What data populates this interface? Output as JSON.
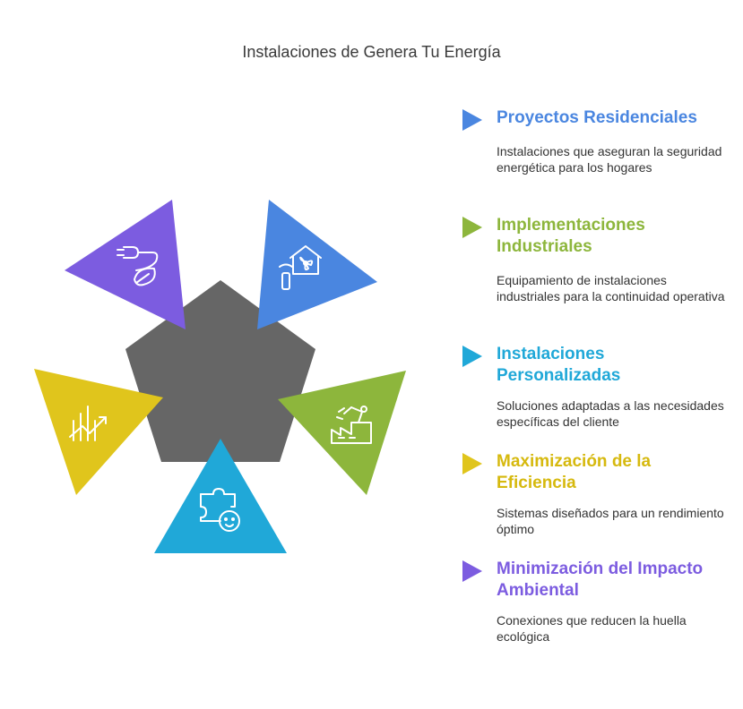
{
  "title": "Instalaciones de Genera Tu Energía",
  "colors": {
    "center": "#666666",
    "blue": "#4a86e0",
    "green": "#8db63c",
    "cyan": "#20a8d8",
    "yellow": "#e0c51c",
    "purple": "#7c5ce0"
  },
  "segments": [
    {
      "heading": "Proyectos Residenciales",
      "description": "Instalaciones que aseguran la seguridad energética para los hogares",
      "color": "#4a86e0",
      "icon": "smart-home-icon"
    },
    {
      "heading": "Implementaciones Industriales",
      "description": "Equipamiento de instalaciones industriales para la continuidad operativa",
      "color": "#8db63c",
      "icon": "factory-robot-arm-icon"
    },
    {
      "heading": "Instalaciones Personalizadas",
      "description": "Soluciones adaptadas a las necesidades específicas del cliente",
      "color": "#20a8d8",
      "icon": "puzzle-face-icon"
    },
    {
      "heading": "Maximización de la Eficiencia",
      "description": "Sistemas diseñados para un rendimiento óptimo",
      "color": "#e0c51c",
      "icon": "growth-chart-icon"
    },
    {
      "heading": "Minimización del Impacto Ambiental",
      "description": "Conexiones que reducen la huella ecológica",
      "color": "#7c5ce0",
      "icon": "plug-leaf-icon"
    }
  ]
}
